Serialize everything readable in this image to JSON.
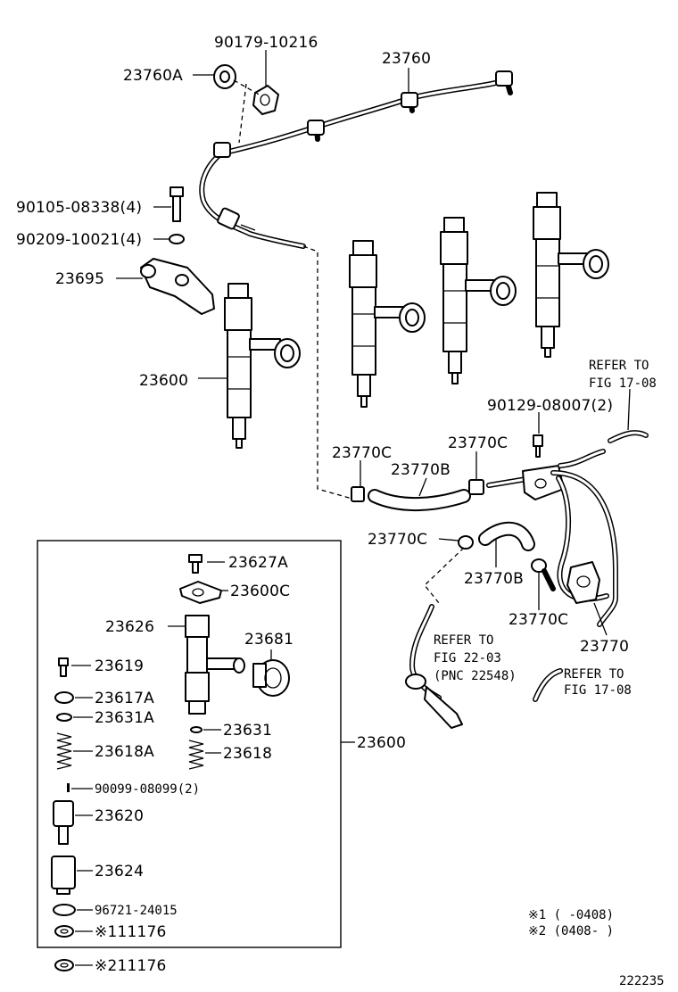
{
  "labels": {
    "p_90179": "90179-10216",
    "p_23760": "23760",
    "p_23760A": "23760A",
    "p_90105": "90105-08338(4)",
    "p_90209": "90209-10021(4)",
    "p_23695": "23695",
    "p_23600": "23600",
    "refer_1708_a_line1": "REFER TO",
    "refer_1708_a_line2": "FIG 17-08",
    "p_90129": "90129-08007(2)",
    "p_23770C_a": "23770C",
    "p_23770C_b": "23770C",
    "p_23770B_a": "23770B",
    "p_23770C_c": "23770C",
    "p_23770B_b": "23770B",
    "p_23770C_d": "23770C",
    "p_23770": "23770",
    "refer_2203_line1": "REFER TO",
    "refer_2203_line2": "FIG 22-03",
    "refer_2203_line3": "(PNC 22548)",
    "refer_1708_b_line1": "REFER TO",
    "refer_1708_b_line2": "FIG 17-08",
    "p_23627A": "23627A",
    "p_23600C": "23600C",
    "p_23626": "23626",
    "p_23681": "23681",
    "p_23619": "23619",
    "p_23617A": "23617A",
    "p_23631A": "23631A",
    "p_23631": "23631",
    "p_23618A": "23618A",
    "p_23618": "23618",
    "p_23600_box": "23600",
    "p_90099": "90099-08099(2)",
    "p_23620": "23620",
    "p_23624": "23624",
    "p_96721": "96721-24015",
    "p_11176_1": "※111176",
    "p_11176_2": "※211176",
    "note_1": "※1 (     -0408)",
    "note_2": "※2 (0408-     )",
    "figure_id": "222235"
  }
}
